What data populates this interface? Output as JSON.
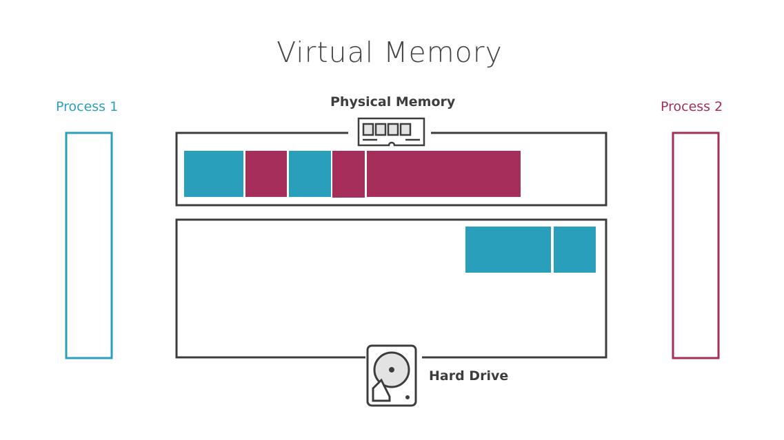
{
  "title": "Virtual Memory",
  "process1": {
    "label": "Process 1",
    "color": "#2a9fbc"
  },
  "process2": {
    "label": "Process 2",
    "color": "#a52e5a"
  },
  "physical_memory": {
    "label": "Physical Memory",
    "icon": "ram-chip-icon",
    "blocks": [
      "process1",
      "process2",
      "process1",
      "process2",
      "process2"
    ]
  },
  "hard_drive": {
    "label": "Hard Drive",
    "icon": "hard-drive-icon",
    "blocks": [
      "process1",
      "process1"
    ]
  },
  "outline_color": "#3d3d3d"
}
